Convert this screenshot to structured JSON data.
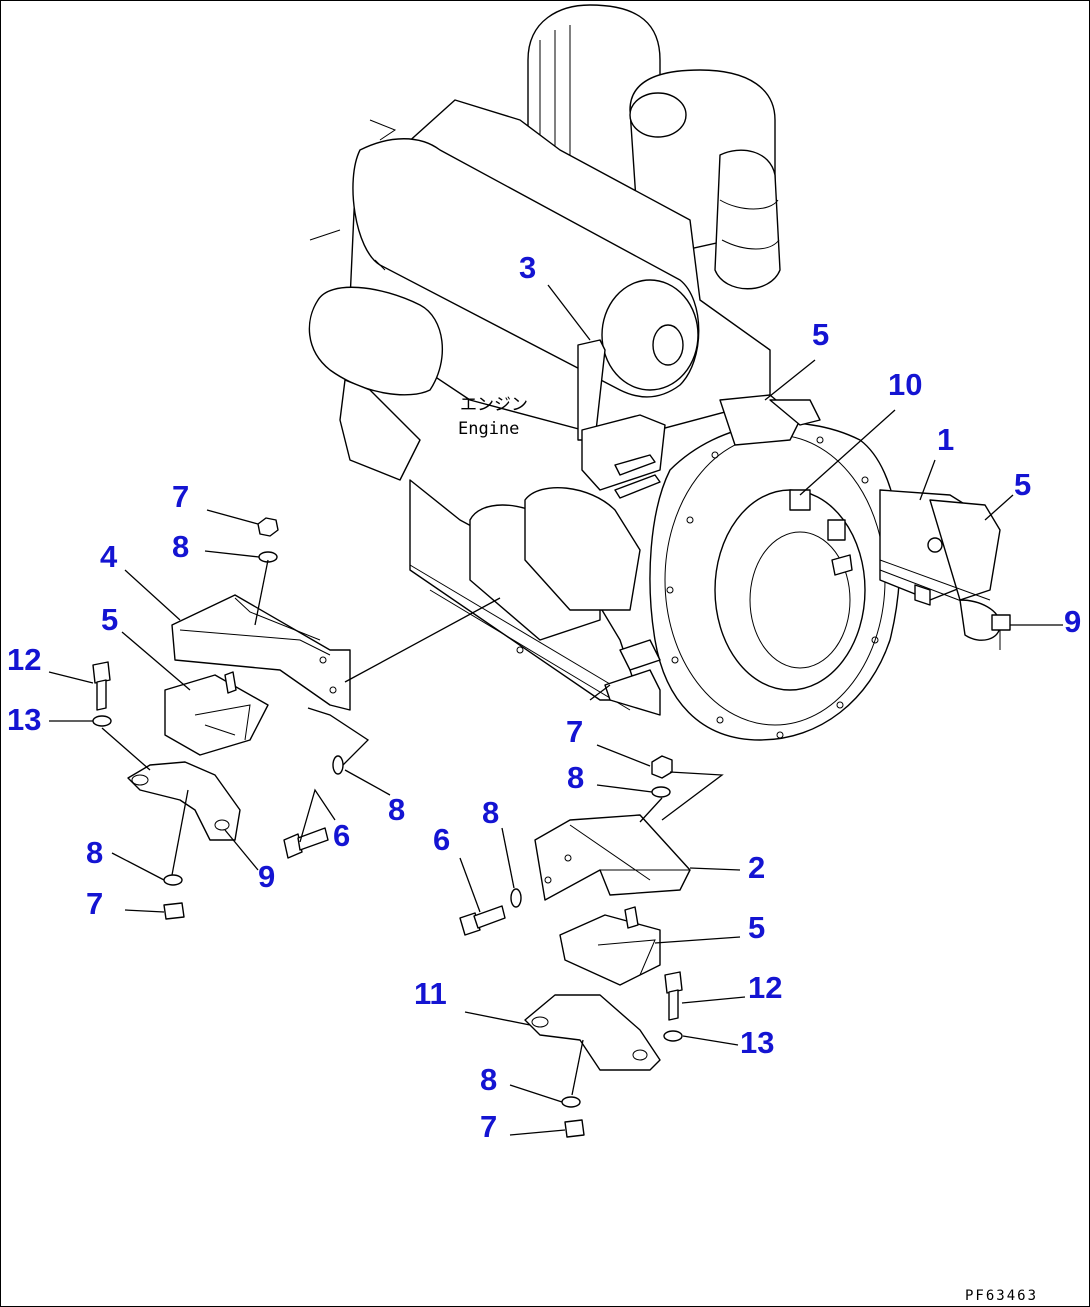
{
  "diagram": {
    "engine_label_jp": "エンジン",
    "engine_label_en": "Engine",
    "drawing_id": "PF63463"
  },
  "callouts": [
    {
      "id": "c3",
      "text": "3"
    },
    {
      "id": "c5a",
      "text": "5"
    },
    {
      "id": "c10",
      "text": "10"
    },
    {
      "id": "c1",
      "text": "1"
    },
    {
      "id": "c5b",
      "text": "5"
    },
    {
      "id": "c9a",
      "text": "9"
    },
    {
      "id": "c7a",
      "text": "7"
    },
    {
      "id": "c8a",
      "text": "8"
    },
    {
      "id": "c4",
      "text": "4"
    },
    {
      "id": "c5c",
      "text": "5"
    },
    {
      "id": "c12a",
      "text": "12"
    },
    {
      "id": "c13a",
      "text": "13"
    },
    {
      "id": "c6a",
      "text": "6"
    },
    {
      "id": "c8b",
      "text": "8"
    },
    {
      "id": "c9b",
      "text": "9"
    },
    {
      "id": "c8c",
      "text": "8"
    },
    {
      "id": "c7b",
      "text": "7"
    },
    {
      "id": "c7c",
      "text": "7"
    },
    {
      "id": "c8d",
      "text": "8"
    },
    {
      "id": "c6b",
      "text": "6"
    },
    {
      "id": "c8e",
      "text": "8"
    },
    {
      "id": "c2",
      "text": "2"
    },
    {
      "id": "c5d",
      "text": "5"
    },
    {
      "id": "c11",
      "text": "11"
    },
    {
      "id": "c12b",
      "text": "12"
    },
    {
      "id": "c13b",
      "text": "13"
    },
    {
      "id": "c8f",
      "text": "8"
    },
    {
      "id": "c7d",
      "text": "7"
    }
  ]
}
